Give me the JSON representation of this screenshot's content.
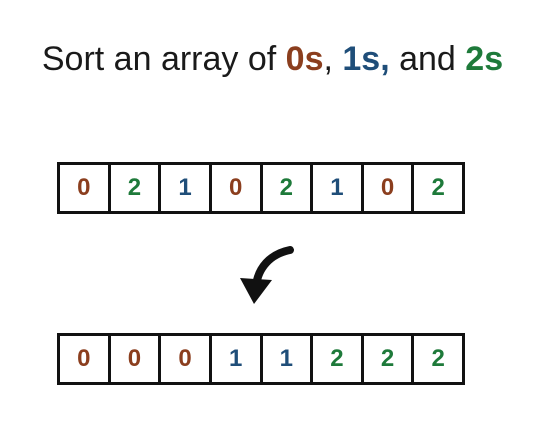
{
  "title": {
    "prefix": "Sort an array of ",
    "zeros": "0s",
    "sep1": ", ",
    "ones": "1s,",
    "sep2": " and ",
    "twos": "2s"
  },
  "colors": {
    "0": "#8b3e1e",
    "1": "#1f4e79",
    "2": "#1e7a3a",
    "border": "#111111",
    "text": "#1a1a1a"
  },
  "input_array": [
    "0",
    "2",
    "1",
    "0",
    "2",
    "1",
    "0",
    "2"
  ],
  "sorted_array": [
    "0",
    "0",
    "0",
    "1",
    "1",
    "2",
    "2",
    "2"
  ],
  "icons": {
    "arrow": "curved-arrow-down-icon"
  }
}
